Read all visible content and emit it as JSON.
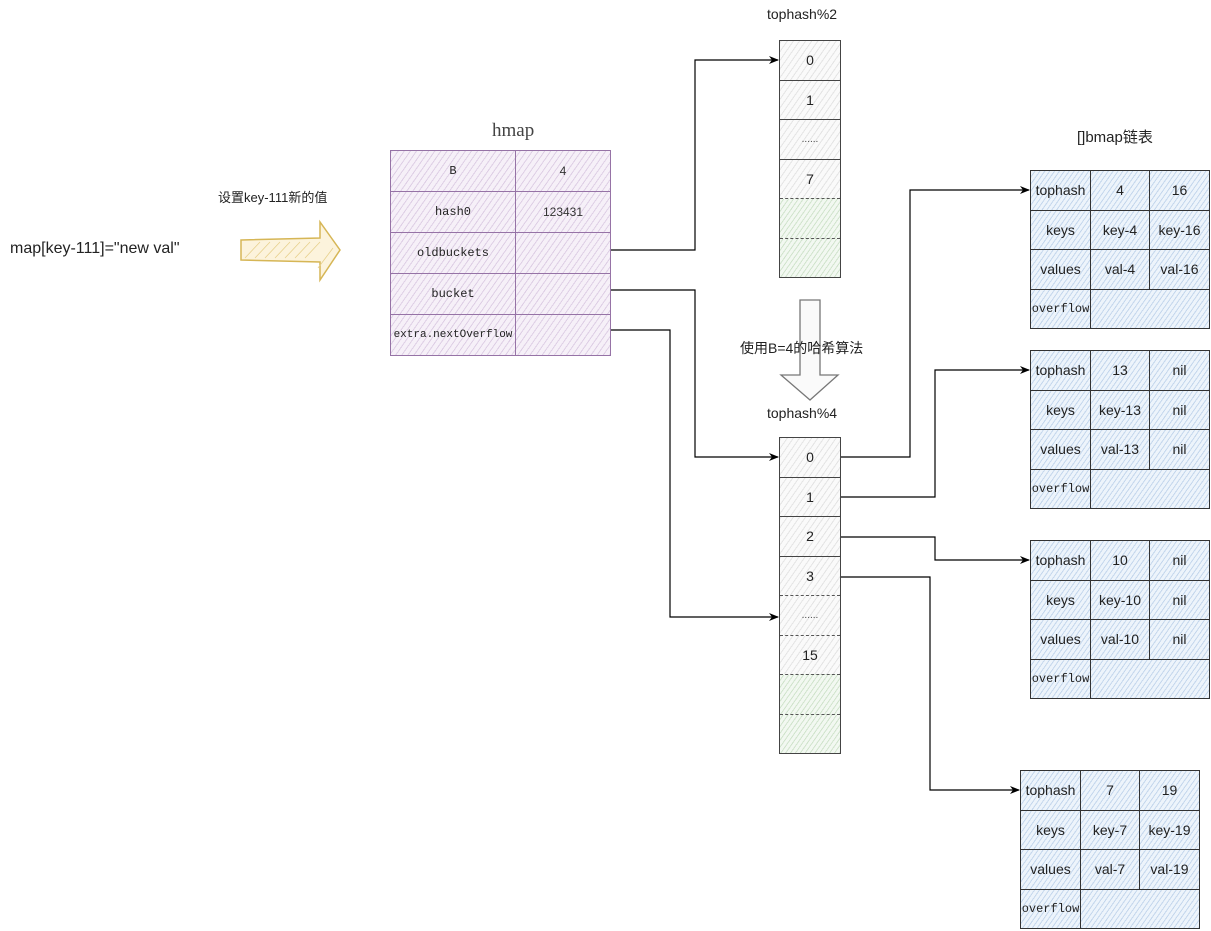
{
  "statement": {
    "code": "map[key-111]=\"new val\"",
    "caption": "设置key-111新的值"
  },
  "hmap": {
    "title": "hmap",
    "fields": [
      {
        "key": "B",
        "value": "4"
      },
      {
        "key": "hash0",
        "value": "123431"
      },
      {
        "key": "oldbuckets",
        "value": ""
      },
      {
        "key": "bucket",
        "value": ""
      },
      {
        "key": "extra.nextOverflow",
        "value": ""
      }
    ]
  },
  "old_buckets": {
    "title": "tophash%2",
    "cells": [
      "0",
      "1",
      "......",
      "7",
      "",
      ""
    ]
  },
  "rehash_note": "使用B=4的哈希算法",
  "new_buckets": {
    "title": "tophash%4",
    "cells": [
      "0",
      "1",
      "2",
      "3",
      "......",
      "15",
      "",
      ""
    ]
  },
  "bmap_list": {
    "title": "[]bmap链表",
    "row_labels": [
      "tophash",
      "keys",
      "values",
      "overflow"
    ],
    "bmaps": [
      {
        "tophash": [
          "4",
          "16"
        ],
        "keys": [
          "key-4",
          "key-16"
        ],
        "values": [
          "val-4",
          "val-16"
        ]
      },
      {
        "tophash": [
          "13",
          "nil"
        ],
        "keys": [
          "key-13",
          "nil"
        ],
        "values": [
          "val-13",
          "nil"
        ]
      },
      {
        "tophash": [
          "10",
          "nil"
        ],
        "keys": [
          "key-10",
          "nil"
        ],
        "values": [
          "val-10",
          "nil"
        ]
      },
      {
        "tophash": [
          "7",
          "19"
        ],
        "keys": [
          "key-7",
          "key-19"
        ],
        "values": [
          "val-7",
          "val-19"
        ]
      }
    ]
  },
  "colors": {
    "hmap_border": "#9673a6",
    "arrow_fill": "#d6b656",
    "bmap_fill": "#dae8fc",
    "empty_slot_fill": "#d5e8d4"
  }
}
